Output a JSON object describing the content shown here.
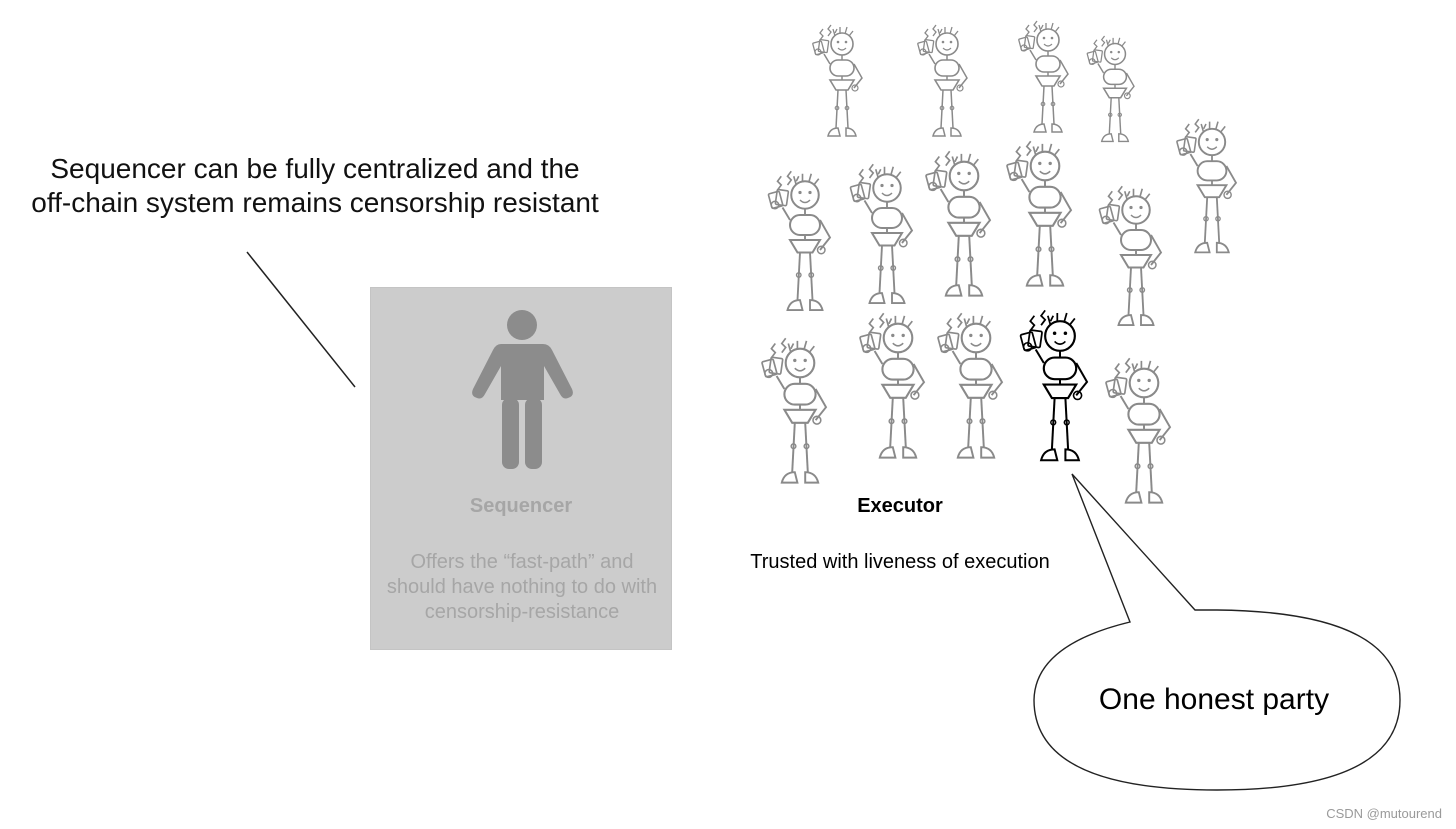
{
  "caption": {
    "line1": "Sequencer can be fully centralized and the",
    "line2": "off-chain system remains censorship resistant"
  },
  "sequencer": {
    "title": "Sequencer",
    "description": "Offers the “fast-path” and should have nothing to do with censorship-resistance"
  },
  "executor": {
    "title": "Executor",
    "description": "Trusted with liveness of execution"
  },
  "bubble": {
    "text": "One honest party"
  },
  "watermark": "CSDN @mutourend",
  "colors": {
    "sequencer_box": "#cccccc",
    "sequencer_text": "#a6a6a6",
    "sequencer_icon": "#8c8c8c",
    "faded_figure": "#8a8a8a",
    "highlighted_figure": "#000000"
  }
}
